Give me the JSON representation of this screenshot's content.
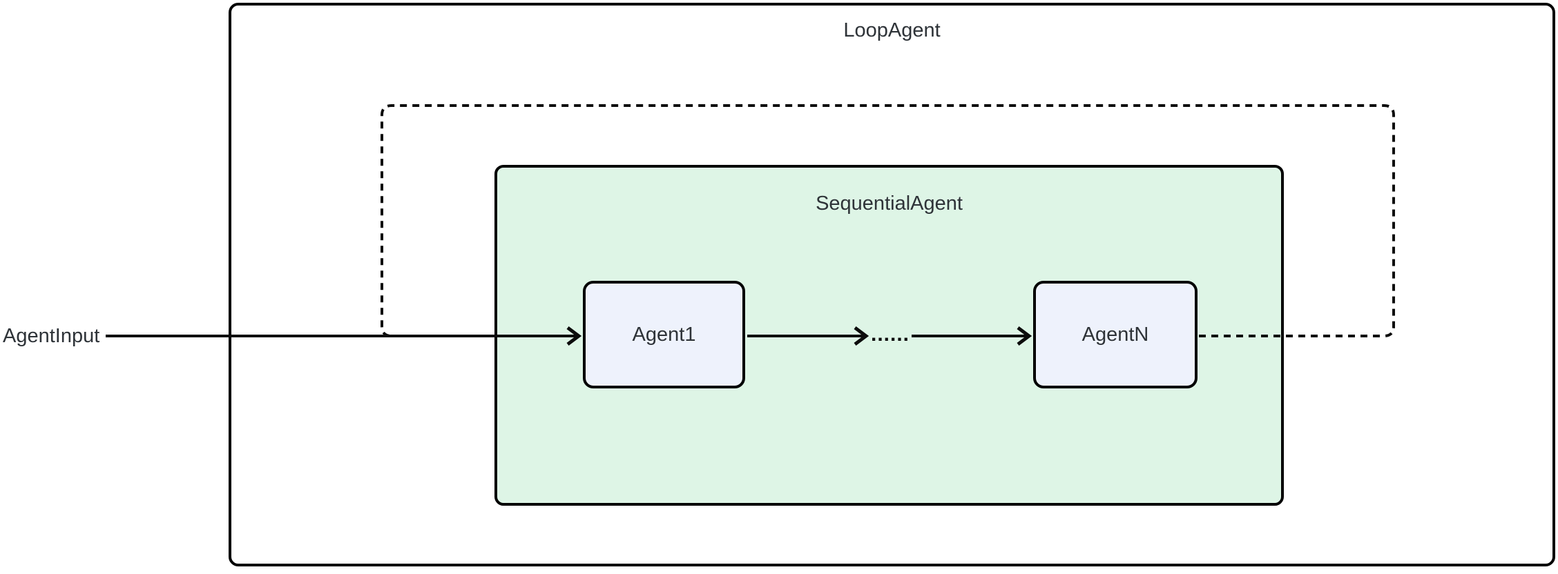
{
  "diagram": {
    "type": "flowchart",
    "loop_agent_label": "LoopAgent",
    "sequential_agent_label": "SequentialAgent",
    "nodes": [
      {
        "id": "agent1",
        "label": "Agent1"
      },
      {
        "id": "agentN",
        "label": "AgentN"
      }
    ],
    "input_label": "AgentInput",
    "dots_label": "......",
    "edges": [
      {
        "from": "AgentInput",
        "to": "Agent1",
        "style": "solid-arrow"
      },
      {
        "from": "Agent1",
        "to": "......",
        "style": "solid-arrow"
      },
      {
        "from": "......",
        "to": "AgentN",
        "style": "solid-arrow"
      },
      {
        "from": "AgentN",
        "to": "Agent1",
        "style": "dashed-loop-back"
      }
    ],
    "colors": {
      "sequential_fill": "#def5e6",
      "node_fill": "#eef2fc",
      "line": "#0c0c0c",
      "border": "#000000",
      "text": "#2e3338",
      "background": "#ffffff"
    }
  }
}
